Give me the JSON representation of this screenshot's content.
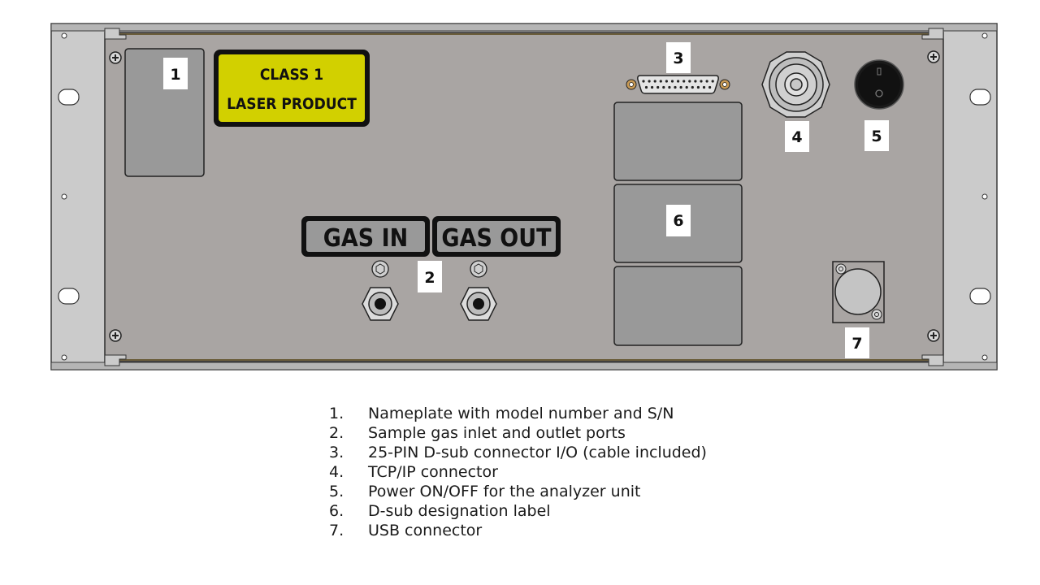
{
  "laser_label": {
    "line1": "CLASS 1",
    "line2": "LASER PRODUCT",
    "fill_color": "#d2d000"
  },
  "gas_labels": {
    "in": "GAS IN",
    "out": "GAS OUT"
  },
  "callouts": [
    "1",
    "2",
    "3",
    "4",
    "5",
    "6",
    "7"
  ],
  "legend": [
    {
      "num": "1.",
      "text": "Nameplate with model number and S/N"
    },
    {
      "num": "2.",
      "text": "Sample gas inlet and outlet ports"
    },
    {
      "num": "3.",
      "text": "25-PIN D-sub connector I/O (cable included)"
    },
    {
      "num": "4.",
      "text": "TCP/IP connector"
    },
    {
      "num": "5.",
      "text": "Power ON/OFF for the analyzer unit"
    },
    {
      "num": "6.",
      "text": "D-sub designation label"
    },
    {
      "num": "7.",
      "text": "USB connector"
    }
  ],
  "colors": {
    "panel": "#a9a5a3",
    "rack_ear": "#cbcbcb",
    "label_plate": "#999999",
    "knob": "#1a1a1a"
  }
}
